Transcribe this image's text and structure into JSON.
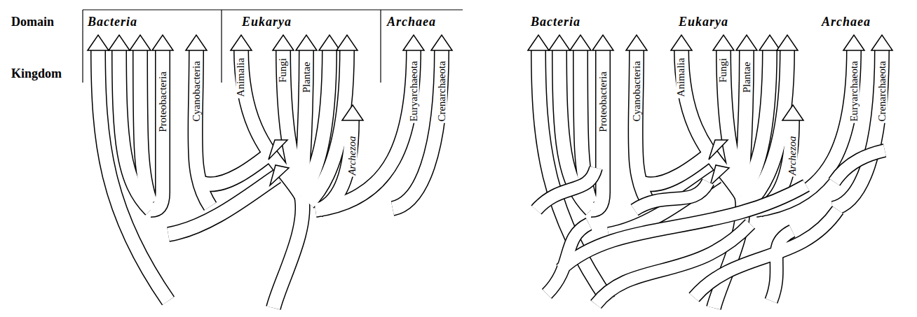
{
  "diagram": {
    "labels": [
      "Domain",
      "Bacteria",
      "Eukarya",
      "Archaea",
      "Kingdom",
      "Proteobacteria",
      "Cyanobacteria",
      "Animalia",
      "Fungi",
      "Plantae",
      "Archezoa",
      "Euryarchaeota",
      "Crenarchaeota",
      "Bacteria",
      "Eukarya",
      "Archaea",
      "Proteobacteria",
      "Cyanobacteria",
      "Animalia",
      "Fungi",
      "Plantae",
      "Archezoa",
      "Euryarchaeota",
      "Crenarchaeota"
    ]
  }
}
